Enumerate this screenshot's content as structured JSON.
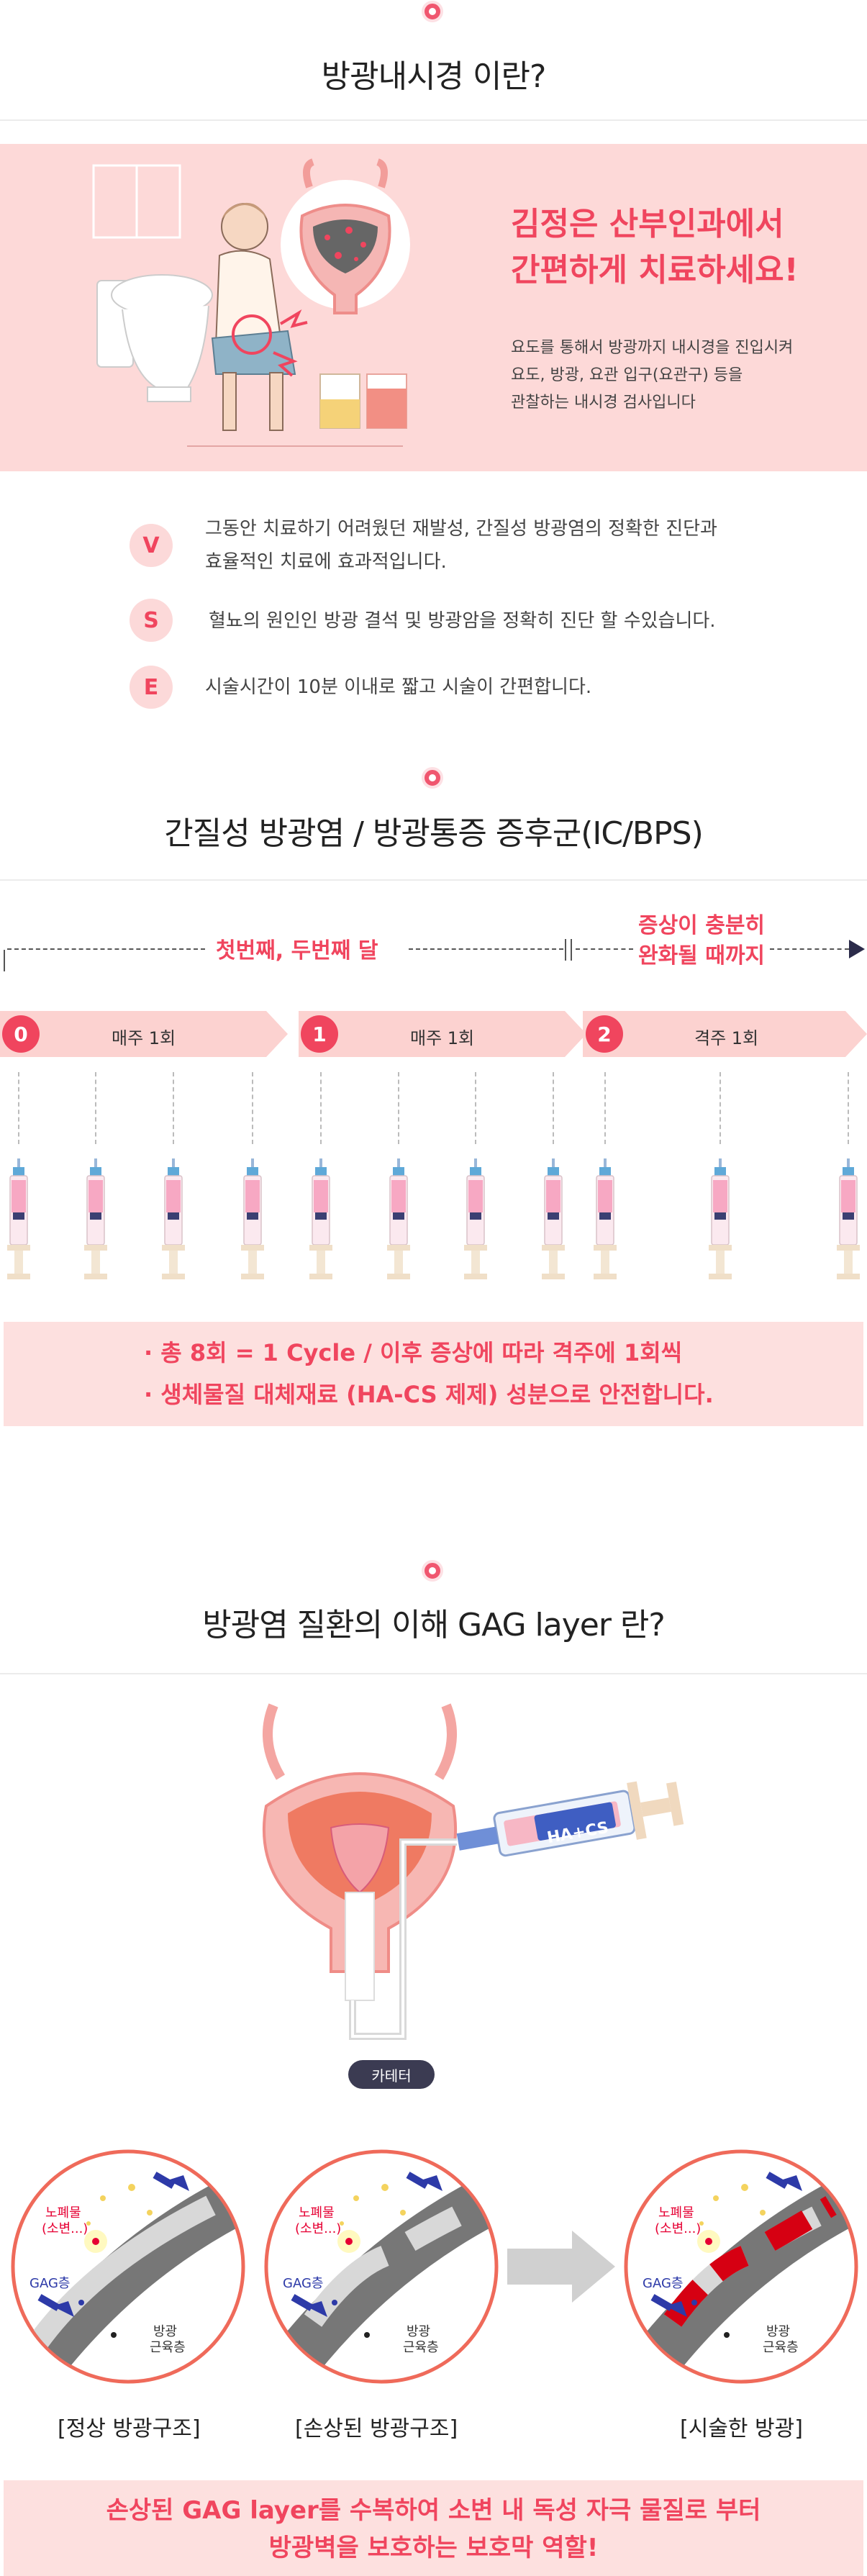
{
  "section1": {
    "title": "방광내시경 이란?",
    "headline_line1": "김정은 산부인과에서",
    "headline_line2": "간편하게 치료하세요!",
    "desc_line1": "요도를 통해서 방광까지 내시경을 진입시켜",
    "desc_line2": "요도, 방광, 요관 입구(요관구) 등을",
    "desc_line3": "관찰하는 내시경 검사입니다",
    "features": [
      {
        "badge": "V",
        "line1": "그동안 치료하기 어려웠던 재발성, 간질성 방광염의 정확한 진단과",
        "line2": "효율적인 치료에 효과적입니다."
      },
      {
        "badge": "S",
        "line1": "혈뇨의 원인인 방광 결석 및 방광암을 정확히 진단 할 수있습니다.",
        "line2": ""
      },
      {
        "badge": "E",
        "line1": "시술시간이 10분 이내로 짧고 시술이 간편합니다.",
        "line2": ""
      }
    ]
  },
  "section2": {
    "title": "간질성 방광염 / 방광통증 증후군(IC/BPS)",
    "period1": "첫번째, 두번째 달",
    "period2_line1": "증상이 충분히",
    "period2_line2": "완화될 때까지",
    "steps": [
      {
        "num": "0",
        "label": "매주 1회"
      },
      {
        "num": "1",
        "label": "매주 1회"
      },
      {
        "num": "2",
        "label": "격주 1회"
      }
    ],
    "notes": [
      "· 총 8회 = 1 Cycle / 이후 증상에 따라 격주에 1회씩",
      "· 생체물질 대체재료 (HA-CS 제제) 성분으로 안전합니다."
    ],
    "colors": {
      "accent": "#f0455e",
      "band": "#fcd2d0",
      "note_bg": "#fde0df"
    }
  },
  "section3": {
    "title": "방광염 질환의 이해 GAG layer 란?",
    "syringe_label": "HA+CS",
    "catheter_label": "카테터",
    "waste_label_line1": "노폐물",
    "waste_label_line2": "(소변...)",
    "gag_label": "GAG층",
    "muscle_label_line1": "방광",
    "muscle_label_line2": "근육층",
    "captions": [
      "[정상 방광구조]",
      "[손상된 방광구조]",
      "[시술한 방광]"
    ],
    "footer_line1": "손상된 GAG layer를 수복하여 소변 내 독성 자극 물질로 부터",
    "footer_line2": "방광벽을 보호하는 보호막 역할!"
  }
}
